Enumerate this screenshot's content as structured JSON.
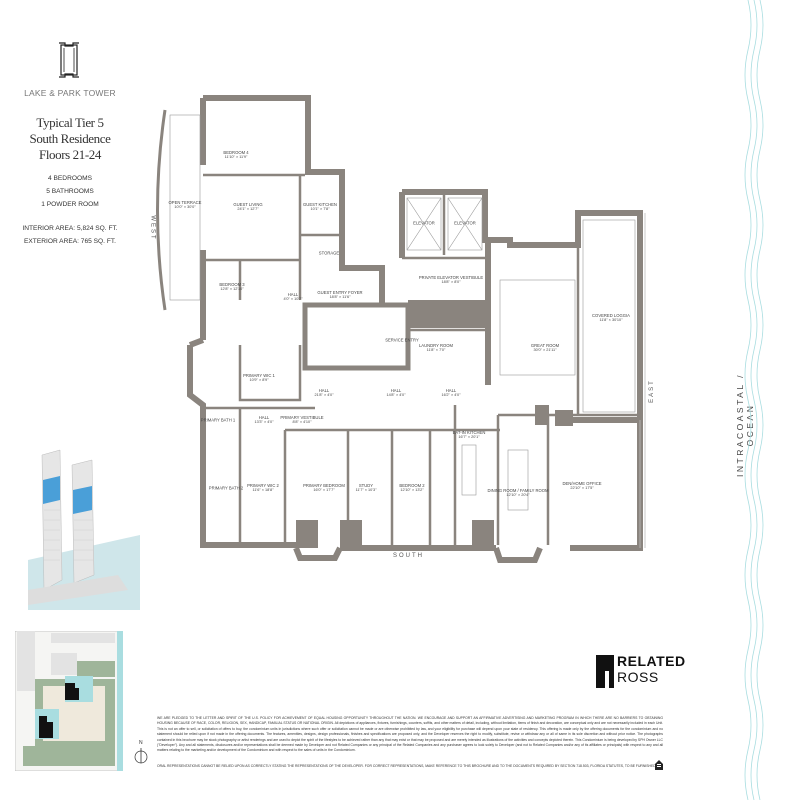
{
  "brand": {
    "name": "LAKE & PARK TOWER"
  },
  "plan": {
    "title_lines": [
      "Typical Tier 5",
      "South Residence",
      "Floors 21-24"
    ],
    "counts": [
      "4 BEDROOMS",
      "5 BATHROOMS",
      "1 POWDER ROOM"
    ],
    "interior_area": "INTERIOR AREA: 5,824 SQ. FT.",
    "exterior_area": "EXTERIOR AREA: 765 SQ. FT."
  },
  "directions": {
    "west": "WEST",
    "east": "EAST",
    "south": "SOUTH",
    "view": "INTRACOASTAL / OCEAN"
  },
  "rooms": [
    {
      "name": "BEDROOM 4",
      "dims": "11'10\" × 11'9\""
    },
    {
      "name": "OPEN TERRACE",
      "dims": "10'0\" × 30'0\""
    },
    {
      "name": "GUEST LIVING",
      "dims": "24'1\" × 12'7\""
    },
    {
      "name": "GUEST KITCHEN",
      "dims": "10'1\" × 7'8\""
    },
    {
      "name": "STORAGE",
      "dims": ""
    },
    {
      "name": "BEDROOM 3",
      "dims": "12'8\" × 12'10\""
    },
    {
      "name": "HALL",
      "dims": "4'0\" × 10'7\""
    },
    {
      "name": "GUEST ENTRY FOYER",
      "dims": "18'8\" × 11'6\""
    },
    {
      "name": "ELEVATOR",
      "dims": ""
    },
    {
      "name": "ELEVATOR",
      "dims": ""
    },
    {
      "name": "PRIVATE ELEVATOR VESTIBULE",
      "dims": "18'8\" × 8'0\""
    },
    {
      "name": "SERVICE ENTRY",
      "dims": ""
    },
    {
      "name": "LAUNDRY ROOM",
      "dims": "11'8\" × 7'0\""
    },
    {
      "name": "GREAT ROOM",
      "dims": "30'0\" × 21'11\""
    },
    {
      "name": "COVERED LOGGIA",
      "dims": "11'8\" × 30'10\""
    },
    {
      "name": "PRIMARY WIC 1",
      "dims": "10'9\" × 8'9\""
    },
    {
      "name": "PRIMARY BATH 1",
      "dims": ""
    },
    {
      "name": "HALL",
      "dims": "13'3\" × 4'0\""
    },
    {
      "name": "PRIMARY VESTIBULE",
      "dims": "8'8\" × 4'10\""
    },
    {
      "name": "HALL",
      "dims": "21'8\" × 4'0\""
    },
    {
      "name": "HALL",
      "dims": "14'8\" × 4'0\""
    },
    {
      "name": "HALL",
      "dims": "16'2\" × 4'0\""
    },
    {
      "name": "EAT-IN KITCHEN",
      "dims": "16'7\" × 20'1\""
    },
    {
      "name": "PRIMARY BATH 2",
      "dims": ""
    },
    {
      "name": "PRIMARY WIC 2",
      "dims": "11'6\" × 18'8\""
    },
    {
      "name": "PRIMARY BEDROOM",
      "dims": "16'0\" × 17'7\""
    },
    {
      "name": "STUDY",
      "dims": "11'7\" × 10'3\""
    },
    {
      "name": "BEDROOM 2",
      "dims": "12'10\" × 13'2\""
    },
    {
      "name": "DINING ROOM / FAMILY ROOM",
      "dims": "12'10\" × 20'4\""
    },
    {
      "name": "DEN/HOME OFFICE",
      "dims": "22'10\" × 17'5\""
    }
  ],
  "developer_logo": {
    "line1": "RELATED",
    "line2": "ROSS"
  },
  "legal": {
    "disclaimer": "WE ARE PLEDGED TO THE LETTER AND SPIRIT OF THE U.S. POLICY FOR ACHIEVEMENT OF EQUAL HOUSING OPPORTUNITY THROUGHOUT THE NATION. WE ENCOURAGE AND SUPPORT AN AFFIRMATIVE ADVERTISING AND MARKETING PROGRAM IN WHICH THERE ARE NO BARRIERS TO OBTAINING HOUSING BECAUSE OF RACE, COLOR, RELIGION, SEX, HANDICAP, FAMILIAL STATUS OR NATIONAL ORIGIN. All depictions of appliances, fixtures, furnishings, counters, soffits, and other matters of detail, including, without limitation, items of finish and decoration, are conceptual only and are not necessarily included in each Unit. This is not an offer to sell, or solicitation of offers to buy, the condominium units in jurisdictions where such offer or solicitation cannot be made or are otherwise prohibited by law, and your eligibility for purchase will depend upon your state of residency. This offering is made only by the offering documents for the condominium and no statement should be relied upon if not made in the offering documents. The features, amenities, designs, design professionals, finishes and specifications are proposed only, and the Developer reserves the right to modify, substitute, revise or withdraw any or all of same in its sole discretion and without prior notice. The photographs contained in this brochure may be stock photography or artist renderings and are used to depict the spirit of the lifestyles to be achieved rather than any that may exist or that may be proposed and are merely intended as illustrations of the activities and concepts depicted therein. This Condominium is being developed by SPH Owner LLC (\"Developer\"). Any and all statements, disclosures and/or representations shall be deemed made by Developer and not Related Companies or any principal of the Related Companies and any purchaser agrees to look solely to Developer (and not to Related Companies and/or any of its affiliates or principals) with respect to any and all matters relating to the marketing and/or development of the Condominium and with respect to the sales of units in the Condominium.",
    "oral": "ORAL REPRESENTATIONS CANNOT BE RELIED UPON AS CORRECTLY STATING THE REPRESENTATIONS OF THE DEVELOPER. FOR CORRECT REPRESENTATIONS, MAKE REFERENCE TO THIS BROCHURE AND TO THE DOCUMENTS REQUIRED BY SECTION 718.503, FLORIDA STATUTES, TO BE FURNISHED BY A DEVELOPER TO A BUYER OR LESSEE."
  },
  "key_plan": {
    "north_label": "N"
  },
  "colors": {
    "wall": "#8a847e",
    "water": "#a9dde0",
    "tower_highlight": "#4a9fd8",
    "landscape": "#9fb59a"
  },
  "icons": [
    "brand-monogram-icon",
    "north-arrow-icon",
    "equal-housing-icon"
  ]
}
